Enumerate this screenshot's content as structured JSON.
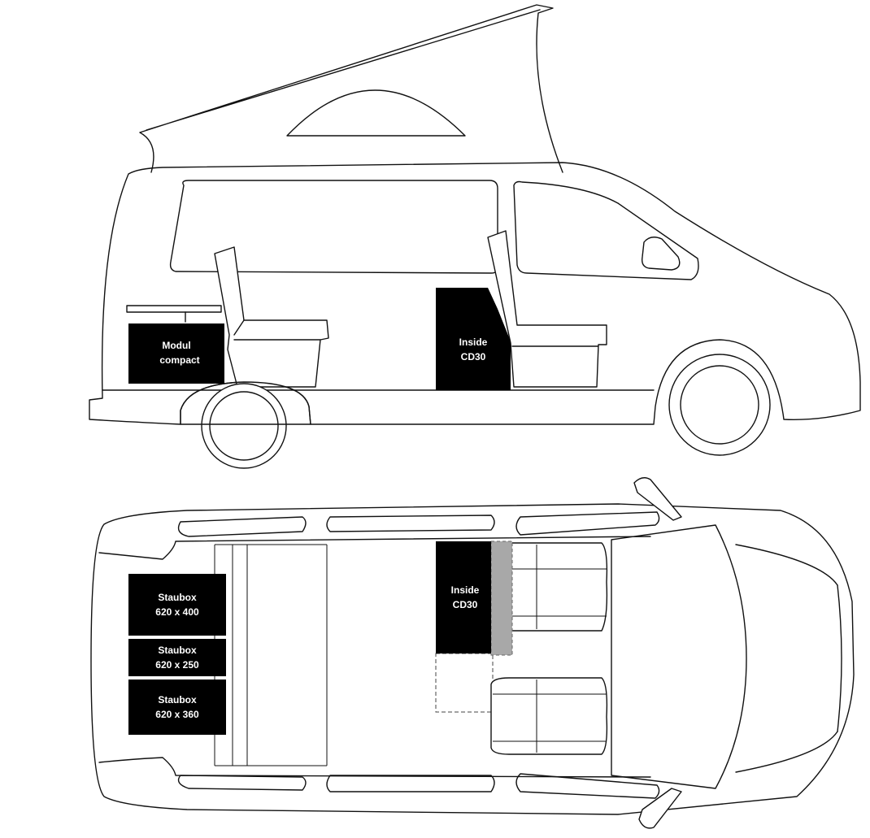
{
  "side_view": {
    "modul_compact": {
      "line1": "Modul",
      "line2": "compact"
    },
    "inside_cd30": {
      "line1": "Inside",
      "line2": "CD30"
    }
  },
  "top_view": {
    "inside_cd30": {
      "line1": "Inside",
      "line2": "CD30"
    },
    "staubox_1": {
      "line1": "Staubox",
      "line2": "620 x 400"
    },
    "staubox_2": {
      "line1": "Staubox",
      "line2": "620 x 250"
    },
    "staubox_3": {
      "line1": "Staubox",
      "line2": "620 x 360"
    }
  },
  "colors": {
    "module_fill": "#000000",
    "outline": "#111111",
    "shaded_seat": "#a8a8a8"
  }
}
